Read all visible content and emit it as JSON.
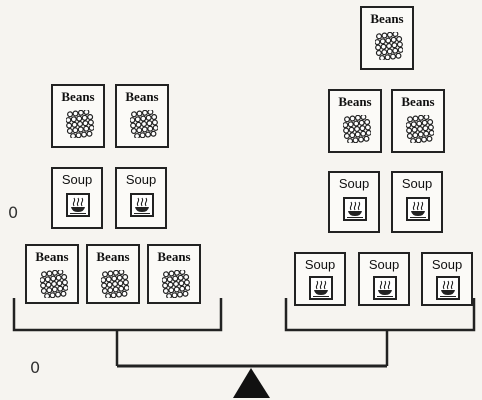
{
  "labels": {
    "beans": "Beans",
    "soup": "Soup"
  },
  "annotations": {
    "left_mark": "0",
    "bottom_mark": "0"
  },
  "left_pan": {
    "rows": [
      [
        "Beans",
        "Beans"
      ],
      [
        "Soup",
        "Soup"
      ],
      [
        "Beans",
        "Beans",
        "Beans"
      ]
    ]
  },
  "right_pan": {
    "rows": [
      [
        "Beans"
      ],
      [
        "Beans",
        "Beans"
      ],
      [
        "Soup",
        "Soup"
      ],
      [
        "Soup",
        "Soup",
        "Soup"
      ]
    ]
  },
  "colors": {
    "ink": "#222222",
    "paper": "#f6f4f0",
    "fulcrum": "#111111"
  }
}
